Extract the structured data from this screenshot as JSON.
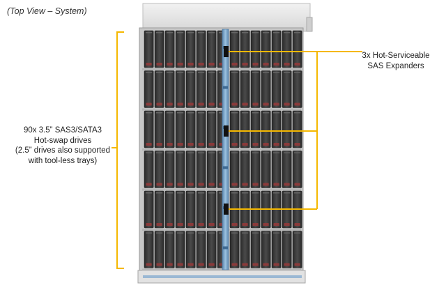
{
  "caption": "(Top View – System)",
  "drive_callout": {
    "lines": [
      "90x 3.5” SAS3/SATA3",
      "Hot-swap drives",
      "(2.5” drives also supported",
      "with tool-less trays)"
    ],
    "drive_count": 90,
    "callout_color": "#f5b800"
  },
  "expander_callout": {
    "lines": [
      "3x Hot-Serviceable",
      "SAS Expanders"
    ],
    "expander_count": 3,
    "callout_color": "#f5b800"
  },
  "chassis": {
    "rows": 6,
    "left_bay_columns": 8,
    "right_bay_columns": 7,
    "drive_color": "#3a3a3a",
    "drive_led_color": "#8a3a3a",
    "center_rail_color": "#6f9fc8",
    "frame_color": "#c8c8c8"
  }
}
